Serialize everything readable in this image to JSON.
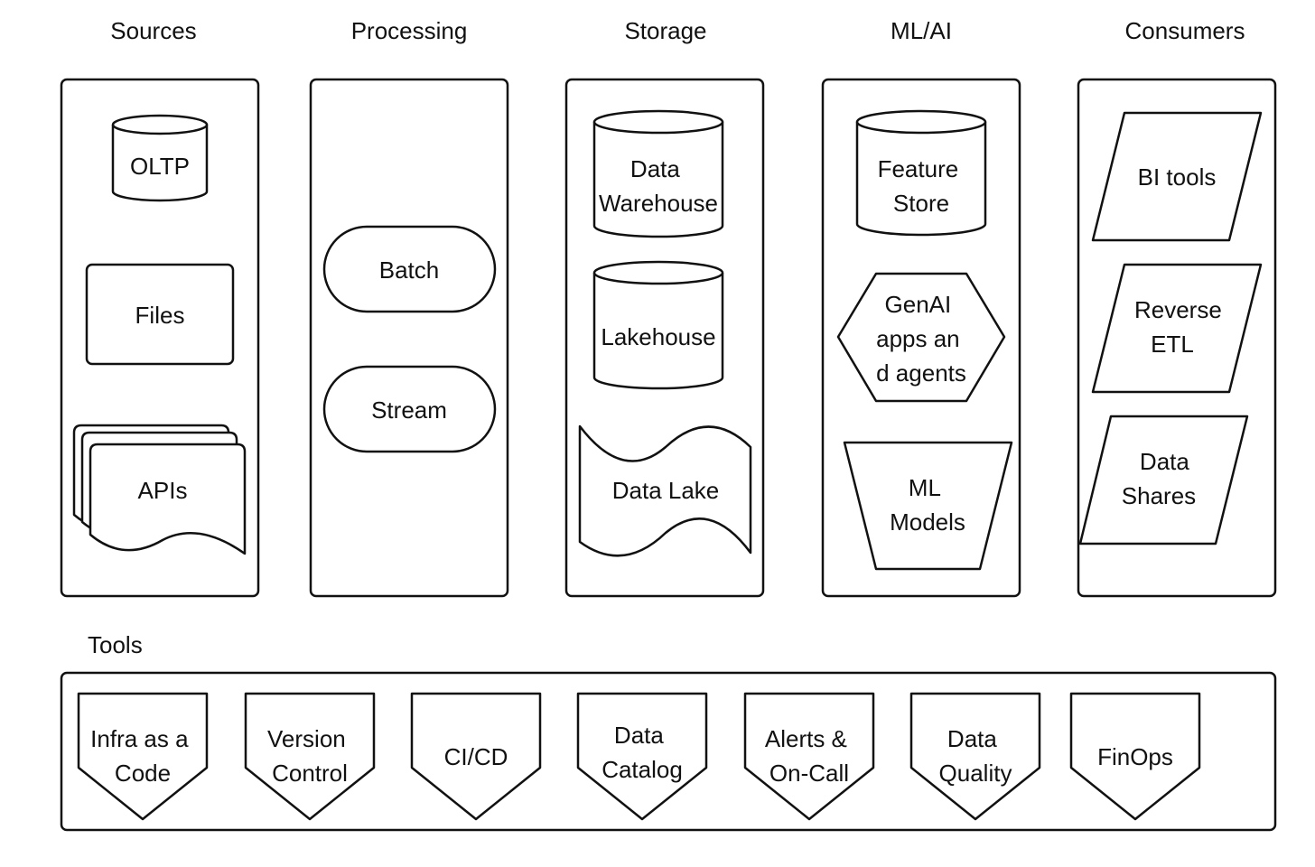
{
  "columns": [
    {
      "title": "Sources",
      "items": [
        "OLTP",
        "Files",
        "APIs"
      ]
    },
    {
      "title": "Processing",
      "items": [
        "Batch",
        "Stream"
      ]
    },
    {
      "title": "Storage",
      "items": [
        "Data Warehouse",
        "Lakehouse",
        "Data Lake"
      ]
    },
    {
      "title": "ML/AI",
      "items": [
        "Feature Store",
        "GenAI apps and agents",
        "ML Models"
      ]
    },
    {
      "title": "Consumers",
      "items": [
        "BI tools",
        "Reverse ETL",
        "Data Shares"
      ]
    }
  ],
  "tools": {
    "title": "Tools",
    "items": [
      "Infra as a Code",
      "Version Control",
      "CI/CD",
      "Data Catalog",
      "Alerts & On-Call",
      "Data Quality",
      "FinOps"
    ]
  }
}
